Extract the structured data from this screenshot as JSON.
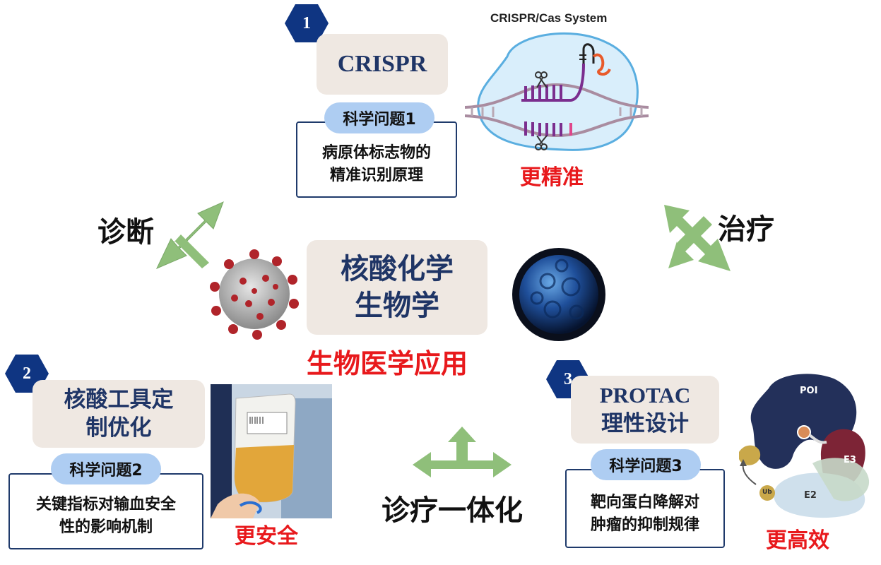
{
  "center": {
    "line1": "核酸化学",
    "line2": "生物学",
    "subtitle": "生物医学应用"
  },
  "side_labels": {
    "diagnosis": "诊断",
    "therapy": "治疗",
    "theranostics": "诊疗一体化"
  },
  "crispr": {
    "number": "1",
    "title": "CRISPR",
    "question": "科学问题1",
    "desc_line1": "病原体标志物的",
    "desc_line2": "精准识别原理",
    "diagram_title": "CRISPR/Cas System",
    "benefit": "更精准"
  },
  "nucleic_tool": {
    "number": "2",
    "title_line1": "核酸工具定",
    "title_line2": "制优化",
    "question": "科学问题2",
    "desc_line1": "关键指标对输血安全",
    "desc_line2": "性的影响机制",
    "benefit": "更安全"
  },
  "protac": {
    "number": "3",
    "title_line1": "PROTAC",
    "title_line2": "理性设计",
    "question": "科学问题3",
    "desc_line1": "靶向蛋白降解对",
    "desc_line2": "肿瘤的抑制规律",
    "benefit": "更高效",
    "labels": {
      "poi": "POI",
      "e3": "E3",
      "e2": "E2",
      "ub": "Ub"
    }
  },
  "colors": {
    "navy": "#1f3566",
    "hex_blue": "#0f3582",
    "pill_blue": "#aecdf2",
    "beige": "#efe8e2",
    "red": "#e8191c",
    "arrow_green": "#8fbf7a"
  }
}
